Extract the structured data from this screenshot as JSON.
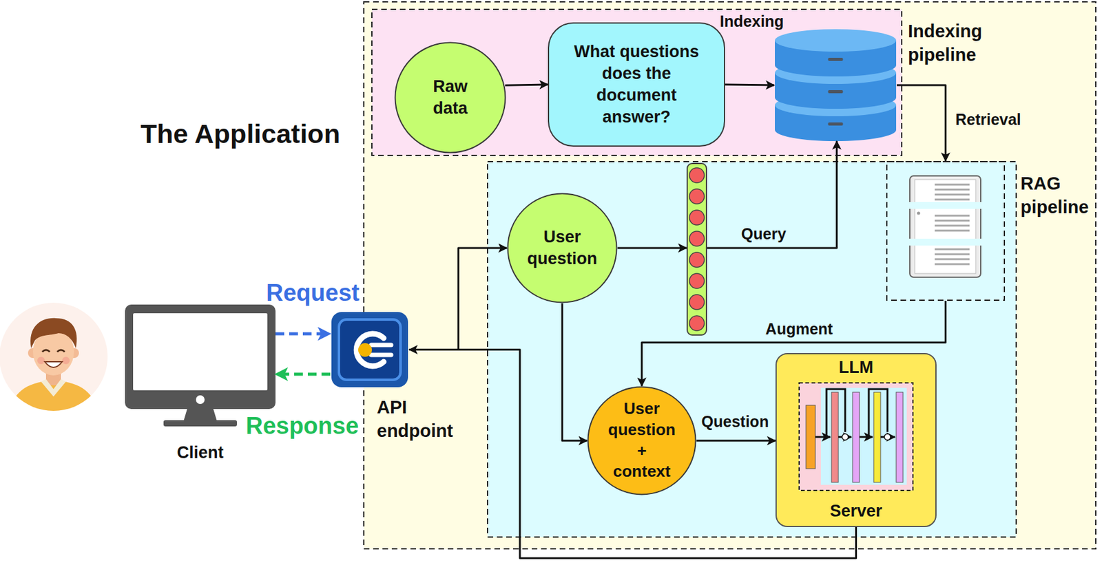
{
  "diagram": {
    "nodes": [
      {
        "text": [
          "The Application"
        ]
      },
      {
        "text": [
          "Indexing pipeline"
        ],
        "in": 0
      },
      {
        "text": [
          "Raw data"
        ],
        "in": 1
      },
      {
        "text": [
          "What questions does the document answer?"
        ],
        "in": 1
      },
      {
        "in": 1
      },
      {
        "text": [
          "RAG pipeline"
        ],
        "in": 0
      },
      {
        "text": [
          "User question"
        ],
        "in": 5
      },
      {
        "in": 5
      },
      {
        "in": 5
      },
      {
        "text": [
          "User question + context"
        ],
        "in": 5
      },
      {
        "text": [
          "LLM",
          "Server"
        ],
        "in": 5
      },
      {
        "text": [
          "API endpoint"
        ]
      },
      {
        "text": [
          "Client"
        ]
      }
    ],
    "edges": [
      {
        "from": 2,
        "to": 3,
        "arrow": "to"
      },
      {
        "from": 3,
        "to": 4,
        "label": "Indexing",
        "arrow": "to"
      },
      {
        "from": 4,
        "to": 8,
        "label": "Retrieval",
        "arrow": "to"
      },
      {
        "from": 6,
        "to": 7,
        "arrow": "to"
      },
      {
        "from": 7,
        "to": 4,
        "label": "Query",
        "arrow": "to"
      },
      {
        "from": 8,
        "to": 9,
        "label": "Augment",
        "arrow": "to"
      },
      {
        "from": 6,
        "to": 9,
        "arrow": "to"
      },
      {
        "from": 9,
        "to": 10,
        "label": "Question",
        "arrow": "to"
      },
      {
        "from": 10,
        "to": 11,
        "arrow": "to"
      },
      {
        "from": 11,
        "to": 6,
        "arrow": "to"
      },
      {
        "from": 12,
        "to": 11,
        "label": "Request",
        "arrow": "to"
      },
      {
        "from": 11,
        "to": 12,
        "label": "Response",
        "arrow": "to"
      }
    ]
  }
}
